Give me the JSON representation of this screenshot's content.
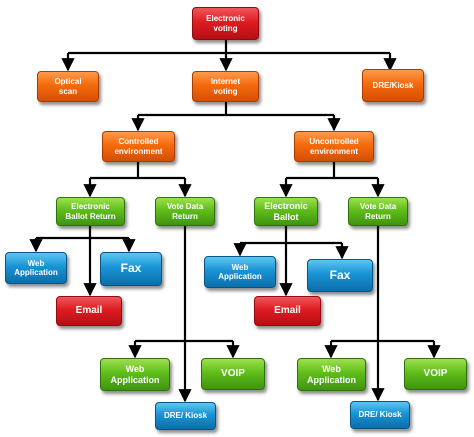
{
  "nodes": {
    "electronic_voting": "Electronic\nvoting",
    "optical_scan": "Optical\nscan",
    "internet_voting": "Internet\nvoting",
    "dre_kiosk_top": "DRE/Kiosk",
    "controlled_env": "Controlled\nenvironment",
    "uncontrolled_env": "Uncontrolled\nenvironment",
    "electronic_ballot_return": "Electronic\nBallot Return",
    "vote_data_return_left": "Vote Data\nReturn",
    "electronic_ballot": "Electronic\nBallot",
    "vote_data_return_right": "Vote Data\nReturn",
    "web_application_1": "Web\nApplication",
    "fax_left": "Fax",
    "email_left": "Email",
    "web_application_2": "Web\nApplication",
    "fax_right": "Fax",
    "email_right": "Email",
    "web_application_3": "Web\nApplication",
    "voip_left": "VOIP",
    "dre_kiosk_left": "DRE/ Kiosk",
    "web_application_4": "Web\nApplication",
    "voip_right": "VOIP",
    "dre_kiosk_right": "DRE/ Kiosk"
  },
  "colors": {
    "red": "#de1c22",
    "orange": "#f56a0c",
    "green": "#5fbd1a",
    "blue": "#1993d4",
    "connector": "#000000"
  }
}
